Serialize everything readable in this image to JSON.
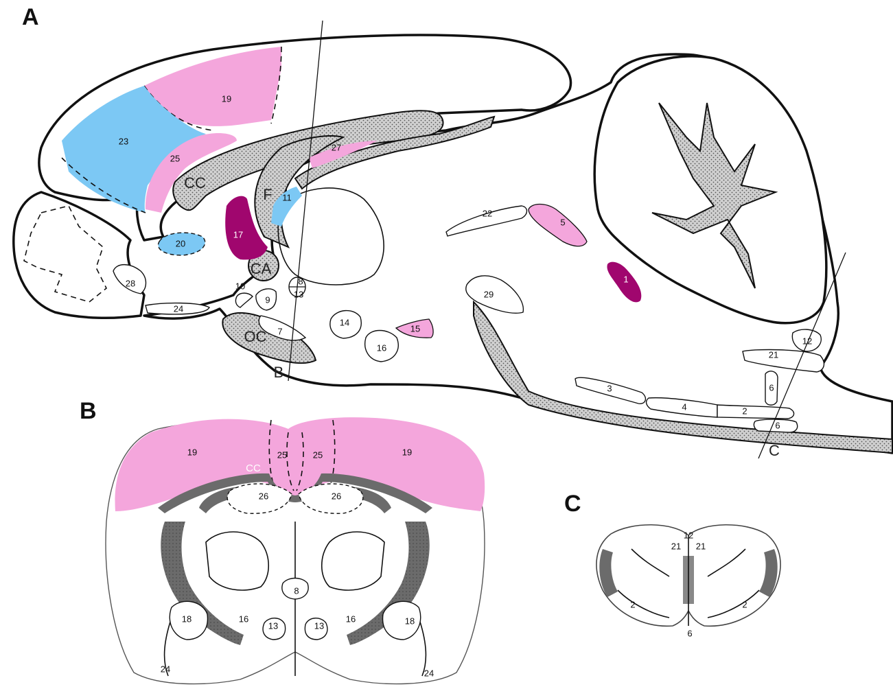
{
  "panels": {
    "a": "A",
    "b": "B",
    "c": "C"
  },
  "colors": {
    "light_pink": "#f4a6dc",
    "magenta": "#a0066e",
    "light_blue": "#7cc8f4",
    "stipple_gray": "#c8c8c8",
    "dark_gray": "#6b6b6b"
  },
  "sagittal": {
    "labels": {
      "r1": "1",
      "r2": "2",
      "r3": "3",
      "r4": "4",
      "r5": "5",
      "r6a": "6",
      "r6b": "6",
      "r7": "7",
      "r8": "8",
      "r9": "9",
      "r10": "10",
      "r11": "11",
      "r12": "12",
      "r13": "13",
      "r14": "14",
      "r15": "15",
      "r16": "16",
      "r17": "17",
      "r19": "19",
      "r20": "20",
      "r21": "21",
      "r22": "22",
      "r23": "23",
      "r24": "24",
      "r25": "25",
      "r27": "27",
      "r28": "28",
      "r29": "29"
    },
    "structures": {
      "cc": "CC",
      "f": "F",
      "ca": "CA",
      "oc": "OC"
    },
    "section_marks": {
      "b": "B",
      "c": "C"
    }
  },
  "coronal_b": {
    "labels": {
      "r19_left": "19",
      "r19_right": "19",
      "r25_left": "25",
      "r25_right": "25",
      "r26_left": "26",
      "r26_right": "26",
      "cc": "CC",
      "r8": "8",
      "r13_left": "13",
      "r13_right": "13",
      "r16_left": "16",
      "r16_right": "16",
      "r18_left": "18",
      "r18_right": "18",
      "r24_left": "24",
      "r24_right": "24"
    }
  },
  "coronal_c": {
    "labels": {
      "r12": "12",
      "r21_left": "21",
      "r21_right": "21",
      "r2_left": "2",
      "r2_right": "2",
      "r6": "6"
    }
  }
}
